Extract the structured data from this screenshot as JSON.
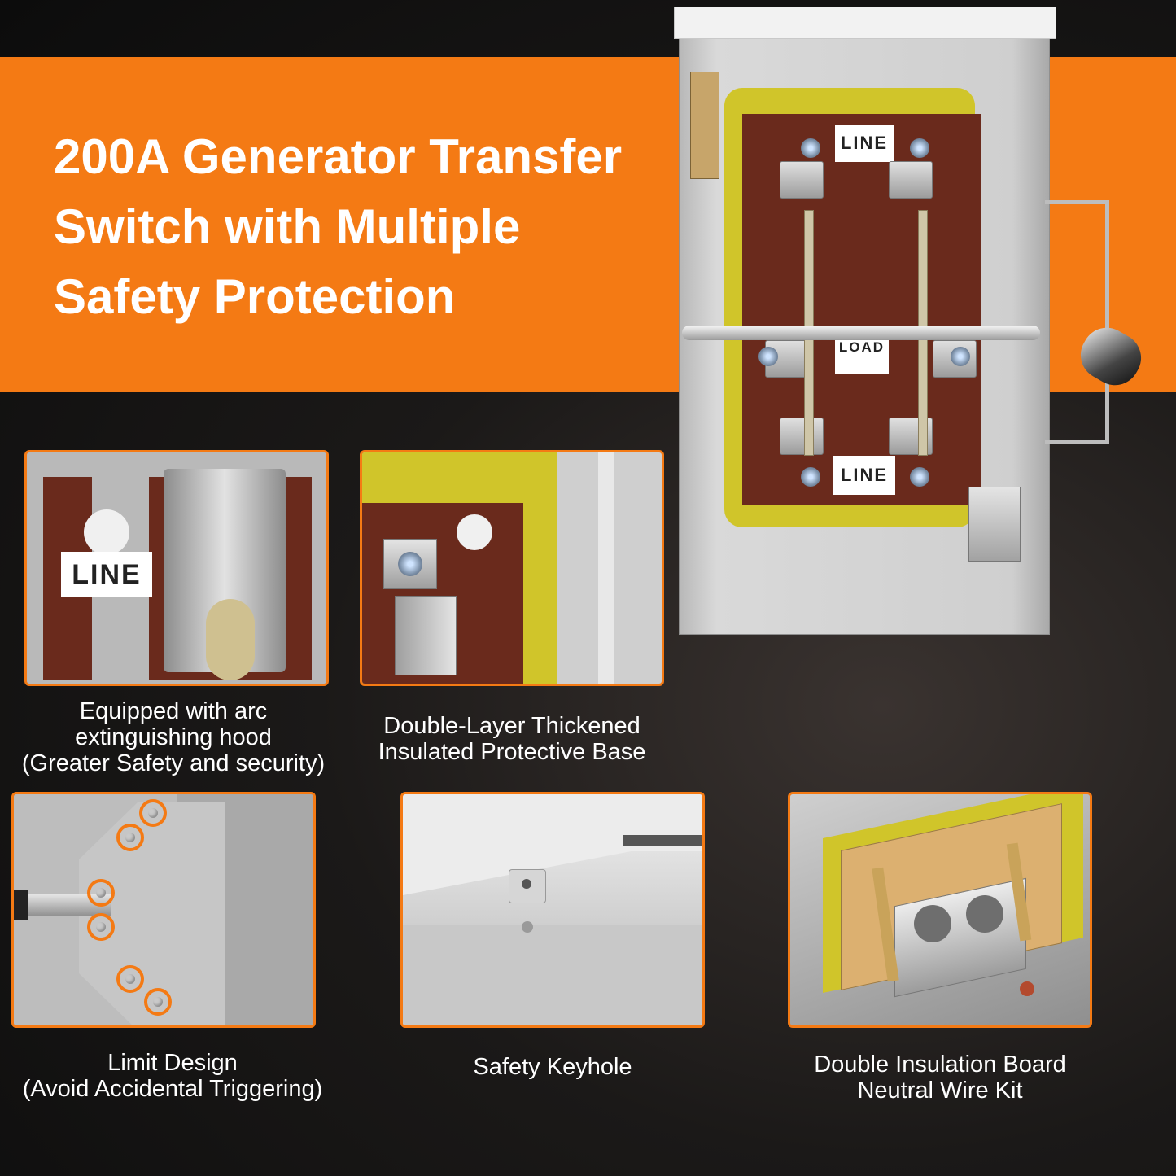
{
  "headline": {
    "line1": "200A Generator Transfer",
    "line2": "Switch with Multiple",
    "line3": "Safety Protection"
  },
  "product": {
    "label_top": "LINE",
    "label_middle": "LOAD",
    "label_bottom": "LINE"
  },
  "features": [
    {
      "image_label": "LINE",
      "caption_lines": [
        "Equipped with arc",
        "extinguishing hood",
        "(Greater Safety and security)"
      ]
    },
    {
      "caption_lines": [
        "Double-Layer Thickened",
        "Insulated Protective Base"
      ]
    },
    {
      "caption_lines": [
        "Limit Design",
        "(Avoid Accidental Triggering)"
      ]
    },
    {
      "caption_lines": [
        "Safety Keyhole"
      ]
    },
    {
      "caption_lines": [
        "Double Insulation Board",
        "Neutral Wire Kit"
      ]
    }
  ],
  "colors": {
    "accent": "#f47a14",
    "background": "#0c0c0c",
    "insulator": "#d0c52a",
    "board": "#6a2a1c"
  }
}
